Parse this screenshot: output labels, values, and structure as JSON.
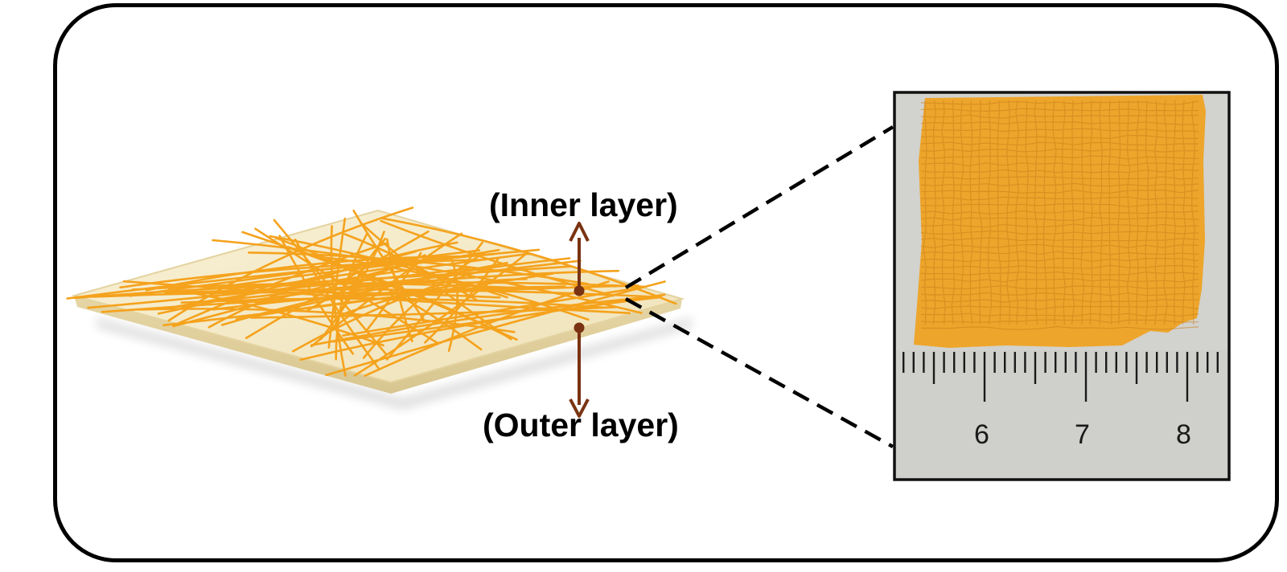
{
  "labels": {
    "inner_layer": "(Inner layer)",
    "outer_layer": "(Outer layer)"
  },
  "ruler": {
    "numbers": [
      "6",
      "7",
      "8"
    ]
  },
  "colors": {
    "fiber": "#f5a21c",
    "base_sheet": "#f3e9c6",
    "arrow": "#7a3312",
    "photo_orange": "#eda52b",
    "photo_background": "#d0d0cc",
    "frame": "#000000"
  }
}
